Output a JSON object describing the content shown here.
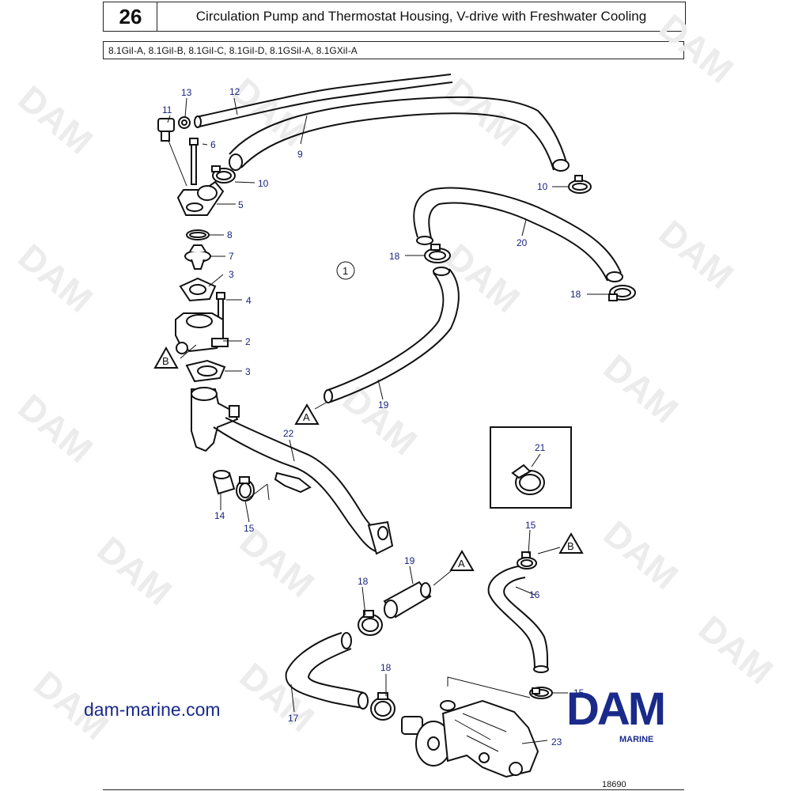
{
  "header": {
    "section_number": "26",
    "title": "Circulation Pump and Thermostat Housing, V-drive with Freshwater Cooling",
    "models": "8.1GiI-A, 8.1GiI-B, 8.1GiI-C, 8.1GiI-D, 8.1GSiI-A, 8.1GXiI-A"
  },
  "watermark": "DAM",
  "callouts": {
    "c1": "1",
    "c2": "2",
    "c3a": "3",
    "c3b": "3",
    "c4": "4",
    "c5": "5",
    "c6": "6",
    "c7": "7",
    "c8": "8",
    "c9": "9",
    "c10a": "10",
    "c10b": "10",
    "c11": "11",
    "c12": "12",
    "c13": "13",
    "c14": "14",
    "c15a": "15",
    "c15b": "15",
    "c15c": "15",
    "c16": "16",
    "c17": "17",
    "c18a": "18",
    "c18b": "18",
    "c18c": "18",
    "c18d": "18",
    "c19a": "19",
    "c19b": "19",
    "c20": "20",
    "c21": "21",
    "c22": "22",
    "c23": "23"
  },
  "refs": {
    "a1": "A",
    "a2": "A",
    "b1": "B",
    "b2": "B"
  },
  "footer": {
    "url": "dam-marine.com",
    "brand": "DAM",
    "brand_sub": "MARINE",
    "drawing_number": "18690"
  }
}
